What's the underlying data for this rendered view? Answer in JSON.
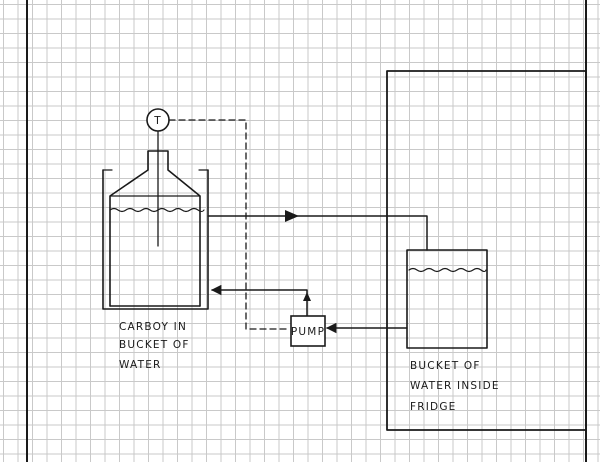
{
  "labels": {
    "carboy": [
      "CARBOY IN",
      "BUCKET OF",
      "WATER"
    ],
    "fridge_bucket": [
      "BUCKET OF",
      "WATER INSIDE",
      "FRIDGE"
    ],
    "pump": "PUMP",
    "thermometer": "T"
  },
  "colors": {
    "ink": "#1a1a1a",
    "grid": "#c9c9c9",
    "paper": "#ffffff"
  },
  "icons": {
    "flow_direction": "arrowhead",
    "thermometer": "circled-letter-T"
  }
}
